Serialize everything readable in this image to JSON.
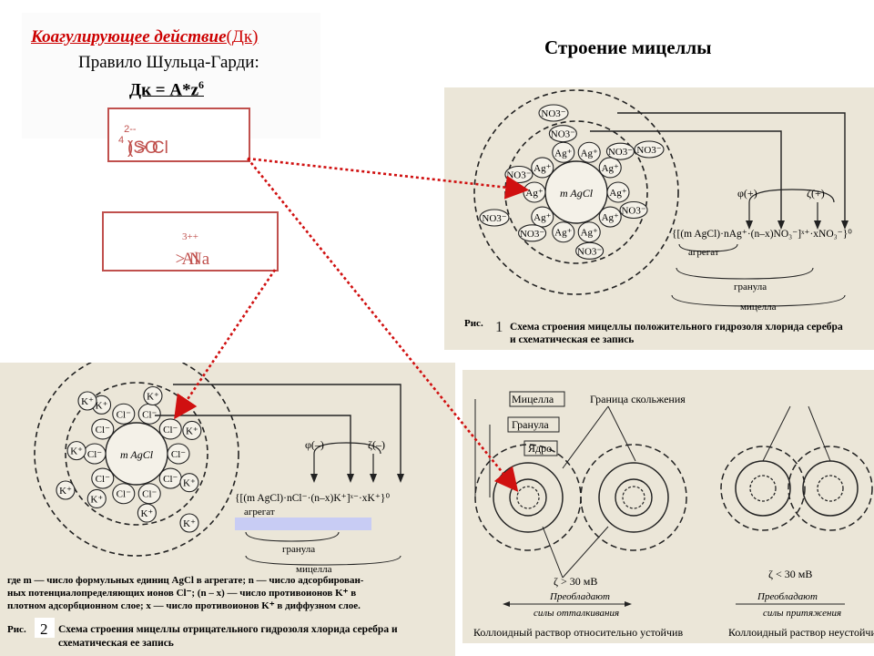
{
  "heading": {
    "coag_em": "Коагулирующее действие",
    "coag_paren": "(Дк)",
    "rule": "Правило Шульца-Гарди:",
    "formula_main": "Дк = A*z",
    "formula_exp": "6"
  },
  "box1": {
    "so4": "(SO",
    "sub4": "4",
    "close": ")",
    "sup2": "2-",
    "gt": "  > Cl",
    "supminus": "-"
  },
  "box2": {
    "al": "Al",
    "al_sup": "3+",
    "gt": " > Na",
    "na_sup": "+"
  },
  "structure_title": "Строение мицеллы",
  "fig1": {
    "ions_inner": [
      "Ag",
      "Ag",
      "Ag",
      "Ag",
      "Ag",
      "Ag",
      "Ag",
      "Ag",
      "Ag",
      "Ag"
    ],
    "core": "m AgCl",
    "no3_inner": [
      "NO3",
      "NO3",
      "NO3",
      "NO3",
      "NO3",
      "NO3"
    ],
    "no3_outer": [
      "NO3",
      "NO3",
      "NO3"
    ],
    "phi": "φ(+)",
    "zeta": "ζ(+)",
    "formula": "{[(m AgCl)·nAg⁺·(n–x)NO₃⁻]ˣ⁺·xNO₃⁻}⁰",
    "aggregate": "агрегат",
    "granule": "гранула",
    "micelle": "мицелла",
    "caption_prefix": "Рис.",
    "number": "1",
    "caption_line1": "Схема строения мицеллы положительного гидрозоля хлорида серебра",
    "caption_line2": "и схематическая ее запись"
  },
  "fig2": {
    "core": "m AgCl",
    "phi": "φ(–)",
    "zeta": "ζ(–)",
    "formula": "{[(m AgCl)·nCl⁻·(n–x)K⁺]ˣ⁻·xK⁺}⁰",
    "aggregate": "агрегат",
    "granule": "гранула",
    "micelle": "мицелла",
    "note_lines": [
      "где m — число формульных единиц AgCl в агрегате; n — число адсорбирован-",
      "ных потенциалопределяющих ионов Cl⁻; (n – x) — число противоионов K⁺ в",
      "плотном адсорбционном слое; x — число противоионов K⁺ в диффузном слое."
    ],
    "caption_prefix": "Рис.",
    "number": "2",
    "caption_line1": "Схема строения мицеллы отрицательного гидрозоля хлорида серебра и",
    "caption_line2": "схематическая ее запись"
  },
  "fig3": {
    "micelle": "Мицелла",
    "slip": "Граница скольжения",
    "granule": "Гранула",
    "core": "Ядро",
    "zeta_high": "ζ > 30 мВ",
    "zeta_low": "ζ < 30 мВ",
    "dominate1": "Преобладают",
    "repulsion": "силы отталкивания",
    "dominate2": "Преобладают",
    "attraction": "силы притяжения",
    "stable": "Коллоидный раствор относительно устойчив",
    "unstable": "Коллоидный раствор неустойчив"
  }
}
